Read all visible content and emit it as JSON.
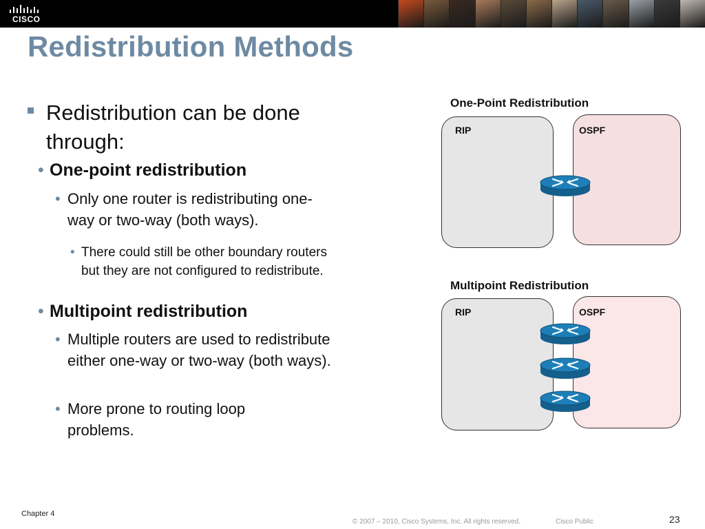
{
  "header": {
    "logo_text": "CISCO",
    "photo_colors": [
      "#c44a1e",
      "#7a5a3c",
      "#3a2a22",
      "#a87a5a",
      "#5a4a3a",
      "#8a6a4a",
      "#b8a48a",
      "#4a5a6a",
      "#6a5a4a",
      "#9aa0a6",
      "#3a3a3a",
      "#c0b8b0"
    ]
  },
  "slide": {
    "title": "Redistribution Methods",
    "bullet_main": "Redistribution can be done through:",
    "one_point": {
      "heading": "One-point redistribution",
      "detail": "Only one router is redistributing one-way or two-way (both ways).",
      "subdetail": "There could still be other boundary routers but they are not configured to redistribute."
    },
    "multipoint": {
      "heading": "Multipoint redistribution",
      "detail1": "Multiple routers are used to redistribute either one-way or two-way (both ways).",
      "detail2": "More prone to routing loop problems."
    }
  },
  "diagram_one": {
    "title": "One-Point Redistribution",
    "left_zone": "RIP",
    "right_zone": "OSPF",
    "router_count": 1
  },
  "diagram_multi": {
    "title": "Multipoint Redistribution",
    "left_zone": "RIP",
    "right_zone": "OSPF",
    "router_count": 3
  },
  "colors": {
    "title": "#6e8aa3",
    "rip_zone": "#e6e6e6",
    "ospf_zone_one": "#f6dfe1",
    "ospf_zone_multi": "#fbe6e8",
    "router": "#1e7fb8"
  },
  "footer": {
    "chapter": "Chapter 4",
    "copyright": "© 2007 – 2010, Cisco Systems, Inc. All rights reserved.",
    "classification": "Cisco Public",
    "page": "23"
  }
}
